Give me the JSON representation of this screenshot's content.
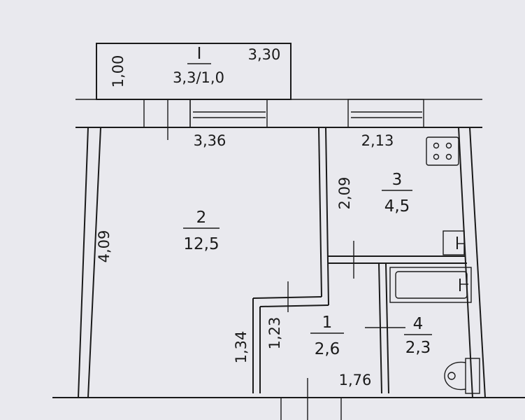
{
  "balcony": {
    "number": "I",
    "area": "3,3/1,0",
    "width": "3,30",
    "depth": "1,00"
  },
  "rooms": {
    "living": {
      "number": "2",
      "area": "12,5",
      "width": "3,36",
      "length": "4,09"
    },
    "kitchen": {
      "number": "3",
      "area": "4,5",
      "width": "2,13",
      "length": "2,09"
    },
    "hall": {
      "number": "1",
      "area": "2,6",
      "width": "1,76",
      "length": "1,23",
      "side": "1,34"
    },
    "bathroom": {
      "number": "4",
      "area": "2,3"
    }
  },
  "colors": {
    "paper": "#e9e9ee",
    "ink": "#1a1a1a"
  }
}
